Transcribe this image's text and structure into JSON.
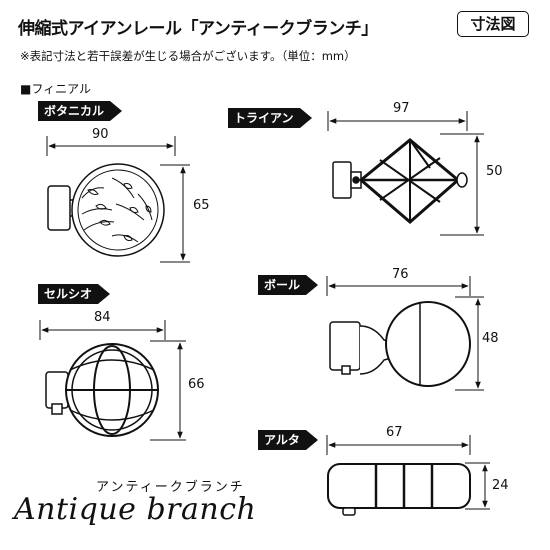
{
  "header": {
    "title": "伸縮式アイアンレール「アンティークブランチ」",
    "stamp": "寸法図",
    "note": "※表記寸法と若干誤差が生じる場合がございます。（単位：mm）"
  },
  "section_label": "■フィニアル",
  "finials": [
    {
      "name": "ボタニカル",
      "width": "90",
      "height": "65"
    },
    {
      "name": "トライアン",
      "width": "97",
      "height": "50"
    },
    {
      "name": "セルシオ",
      "width": "84",
      "height": "66"
    },
    {
      "name": "ボール",
      "width": "76",
      "height": "48"
    },
    {
      "name": "アルタ",
      "width": "67",
      "height": "24"
    }
  ],
  "brand": {
    "japanese": "アンティークブランチ",
    "english": "Antique branch"
  }
}
